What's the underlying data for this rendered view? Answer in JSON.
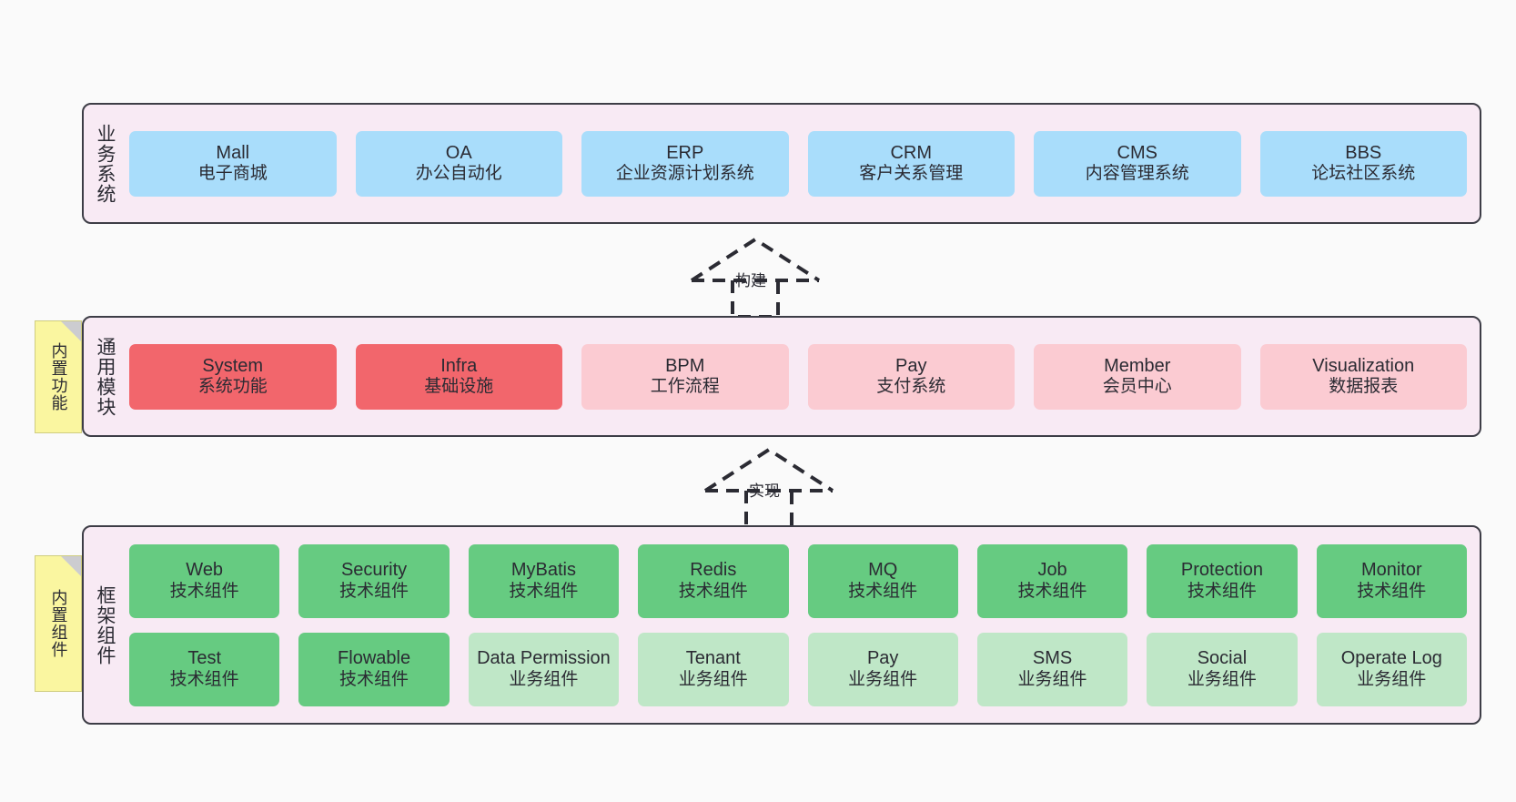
{
  "layers": [
    {
      "id": "business",
      "title": "业务系统",
      "rows": [
        {
          "boxes": [
            {
              "en": "Mall",
              "cn": "电子商城",
              "color": "blue"
            },
            {
              "en": "OA",
              "cn": "办公自动化",
              "color": "blue"
            },
            {
              "en": "ERP",
              "cn": "企业资源计划系统",
              "color": "blue"
            },
            {
              "en": "CRM",
              "cn": "客户关系管理",
              "color": "blue"
            },
            {
              "en": "CMS",
              "cn": "内容管理系统",
              "color": "blue"
            },
            {
              "en": "BBS",
              "cn": "论坛社区系统",
              "color": "blue"
            }
          ]
        }
      ]
    },
    {
      "id": "modules",
      "title": "通用模块",
      "rows": [
        {
          "boxes": [
            {
              "en": "System",
              "cn": "系统功能",
              "color": "red"
            },
            {
              "en": "Infra",
              "cn": "基础设施",
              "color": "red"
            },
            {
              "en": "BPM",
              "cn": "工作流程",
              "color": "pink"
            },
            {
              "en": "Pay",
              "cn": "支付系统",
              "color": "pink"
            },
            {
              "en": "Member",
              "cn": "会员中心",
              "color": "pink"
            },
            {
              "en": "Visualization",
              "cn": "数据报表",
              "color": "pink"
            }
          ]
        }
      ]
    },
    {
      "id": "framework",
      "title": "框架组件",
      "rows": [
        {
          "boxes": [
            {
              "en": "Web",
              "cn": "技术组件",
              "color": "green"
            },
            {
              "en": "Security",
              "cn": "技术组件",
              "color": "green"
            },
            {
              "en": "MyBatis",
              "cn": "技术组件",
              "color": "green"
            },
            {
              "en": "Redis",
              "cn": "技术组件",
              "color": "green"
            },
            {
              "en": "MQ",
              "cn": "技术组件",
              "color": "green"
            },
            {
              "en": "Job",
              "cn": "技术组件",
              "color": "green"
            },
            {
              "en": "Protection",
              "cn": "技术组件",
              "color": "green"
            },
            {
              "en": "Monitor",
              "cn": "技术组件",
              "color": "green"
            }
          ]
        },
        {
          "boxes": [
            {
              "en": "Test",
              "cn": "技术组件",
              "color": "green"
            },
            {
              "en": "Flowable",
              "cn": "技术组件",
              "color": "green"
            },
            {
              "en": "Data Permission",
              "cn": "业务组件",
              "color": "lgreen"
            },
            {
              "en": "Tenant",
              "cn": "业务组件",
              "color": "lgreen"
            },
            {
              "en": "Pay",
              "cn": "业务组件",
              "color": "lgreen"
            },
            {
              "en": "SMS",
              "cn": "业务组件",
              "color": "lgreen"
            },
            {
              "en": "Social",
              "cn": "业务组件",
              "color": "lgreen"
            },
            {
              "en": "Operate Log",
              "cn": "业务组件",
              "color": "lgreen"
            }
          ]
        }
      ]
    }
  ],
  "notes": {
    "functions": "内置功能",
    "components": "内置组件"
  },
  "arrows": {
    "build": "构建",
    "implement": "实现"
  },
  "colors": {
    "layer_background": "#f8eaf4",
    "layer_border": "#3d3d46",
    "blue": "#a9ddfb",
    "red": "#f2666c",
    "pink": "#fbcbd2",
    "green": "#66cb81",
    "light_green": "#bfe7c7",
    "note_yellow": "#faf6a0",
    "note_fold": "#ccccd0",
    "canvas": "#fafafa"
  }
}
